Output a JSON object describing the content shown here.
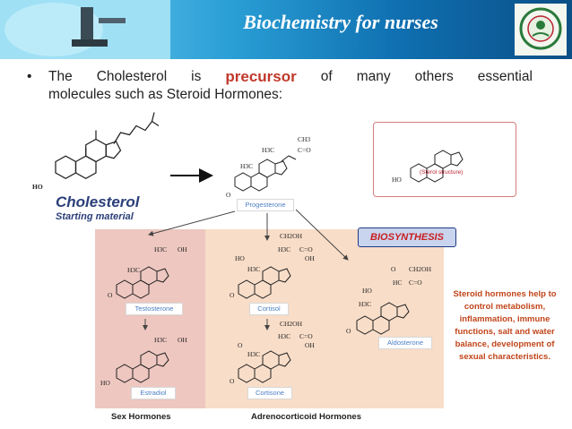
{
  "header": {
    "title": "Biochemistry for nurses"
  },
  "bullet": {
    "marker": "•",
    "w1": "The",
    "w2": "Cholesterol",
    "w3": "is",
    "precursor": "precursor",
    "w5": "of",
    "w6": "many",
    "w7": "others",
    "w8": "essential",
    "line2": "molecules such as Steroid Hormones:"
  },
  "diagram": {
    "cholesterol": "Cholesterol",
    "starting_material": "Starting material",
    "sterol_structure": "(Sterol structure)",
    "biosynthesis": "BIOSYNTHESIS",
    "compounds": {
      "progesterone": "Progesterone",
      "testosterone": "Testosterone",
      "estradiol": "Estradiol",
      "cortisol": "Cortisol",
      "cortisone": "Cortisone",
      "aldosterone": "Aldosterone"
    },
    "group_sex": "Sex Hormones",
    "group_adreno": "Adrenocorticoid Hormones",
    "side_note": "Steroid hormones help to control metabolism, inflammation, immune functions, salt and water balance, development of sexual characteristics.",
    "atoms": {
      "ho": "HO",
      "o": "O",
      "h3c": "H3C",
      "ch3": "CH3",
      "co": "C=O",
      "oh": "OH",
      "ch2oh": "CH2OH",
      "hc": "HC"
    }
  }
}
